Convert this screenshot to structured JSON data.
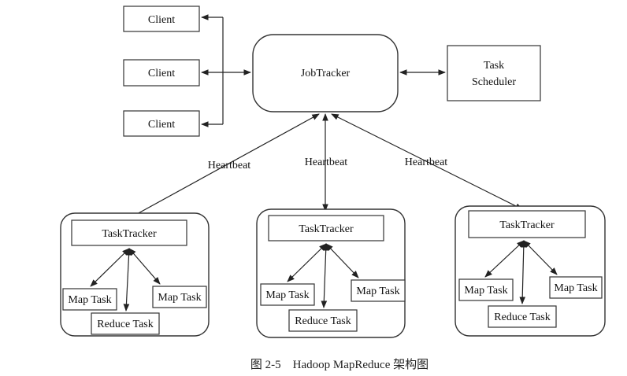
{
  "clients": [
    "Client",
    "Client",
    "Client"
  ],
  "jobtracker": "JobTracker",
  "scheduler": {
    "line1": "Task",
    "line2": "Scheduler"
  },
  "heartbeat": [
    "Heartbeat",
    "Heartbeat",
    "Heartbeat"
  ],
  "groups": [
    {
      "tasktracker": "TaskTracker",
      "map_left": "Map Task",
      "map_right": "Map Task",
      "reduce": "Reduce Task"
    },
    {
      "tasktracker": "TaskTracker",
      "map_left": "Map Task",
      "map_right": "Map Task",
      "reduce": "Reduce Task"
    },
    {
      "tasktracker": "TaskTracker",
      "map_left": "Map Task",
      "map_right": "Map Task",
      "reduce": "Reduce Task"
    }
  ],
  "caption": "图 2-5　Hadoop MapReduce 架构图"
}
